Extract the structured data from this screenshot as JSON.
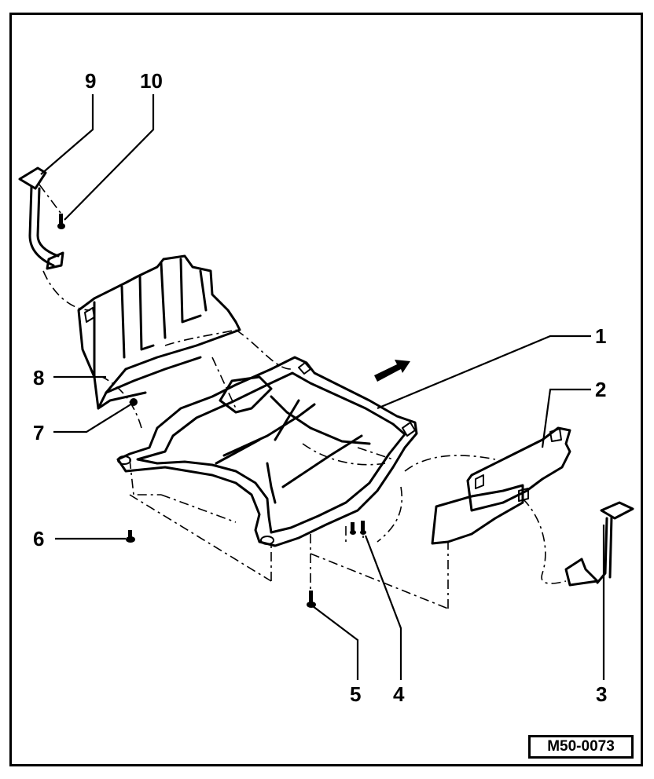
{
  "diagram": {
    "reference_code": "M50-0073",
    "callouts": [
      {
        "id": "1",
        "label": "1"
      },
      {
        "id": "2",
        "label": "2"
      },
      {
        "id": "3",
        "label": "3"
      },
      {
        "id": "4",
        "label": "4"
      },
      {
        "id": "5",
        "label": "5"
      },
      {
        "id": "6",
        "label": "6"
      },
      {
        "id": "7",
        "label": "7"
      },
      {
        "id": "8",
        "label": "8"
      },
      {
        "id": "9",
        "label": "9"
      },
      {
        "id": "10",
        "label": "10"
      }
    ],
    "colors": {
      "line": "#000000",
      "background": "#ffffff"
    }
  }
}
